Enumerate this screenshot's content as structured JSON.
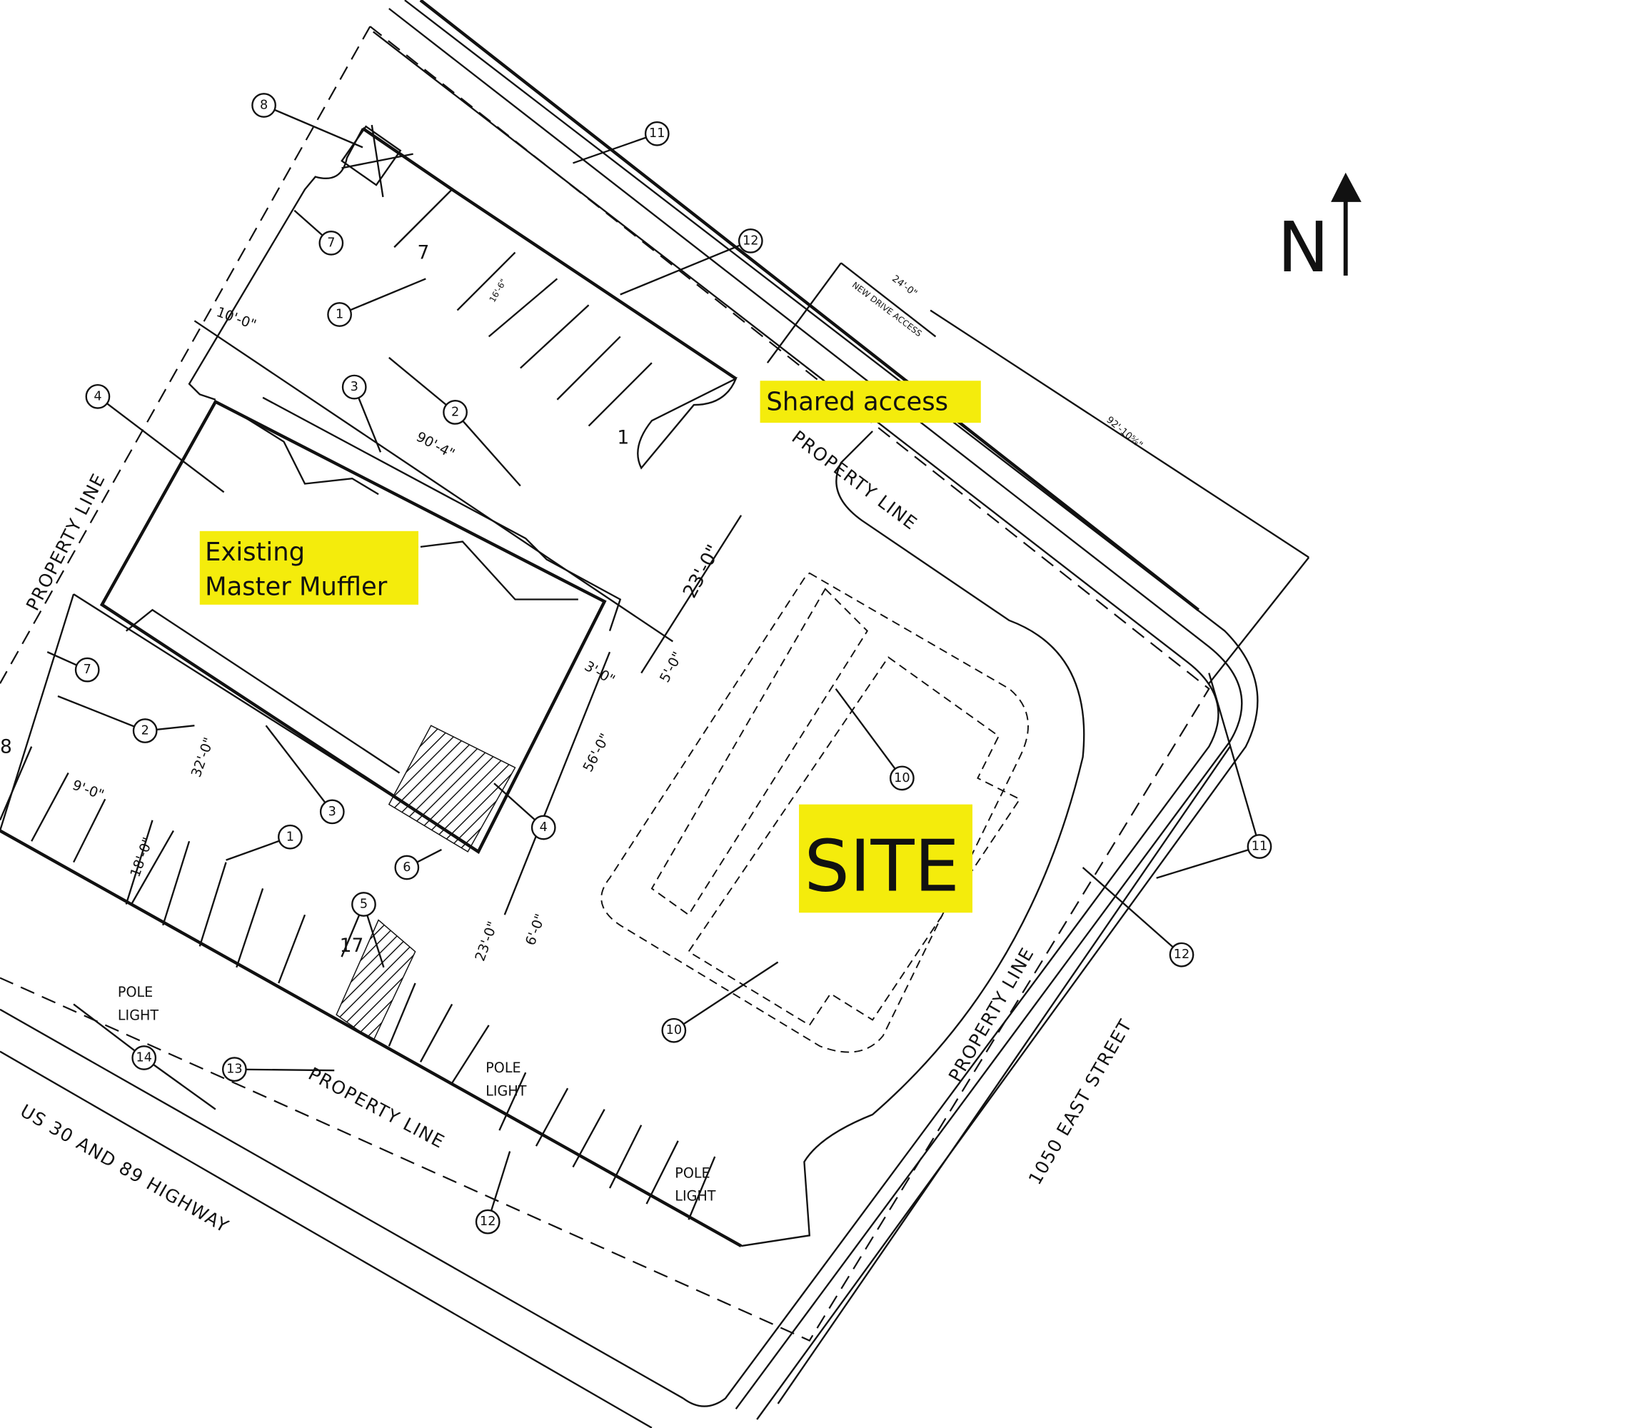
{
  "north_label": "N",
  "highlights": {
    "shared_access": "Shared access",
    "existing_line1": "Existing",
    "existing_line2": "Master Muffler",
    "site": "SITE"
  },
  "streets": {
    "highway": "US 30 AND 89 HIGHWAY",
    "east_street": "1050 EAST STREET"
  },
  "property_line": "PROPERTY LINE",
  "pole_light": [
    "POLE",
    "LIGHT"
  ],
  "new_drive_access": "NEW DRIVE ACCESS",
  "dimensions": {
    "d10": "10'-0\"",
    "d90": "90'-4\"",
    "d23a": "23'-0\"",
    "d5": "5'-0\"",
    "d3": "3'-0\"",
    "d56": "56'-0\"",
    "d32": "32'-0\"",
    "d9": "9'-0\"",
    "d18": "18'-0\"",
    "d23b": "23'-0\"",
    "d6": "6'-0\"",
    "d24": "24'-0\"",
    "d92": "92'-10⅝\"",
    "d16": "16'-6\""
  },
  "stall_counts": {
    "top": "7",
    "near_ramp": "1",
    "bottom": "17",
    "left_edge": "8"
  },
  "callouts": [
    "8",
    "11",
    "7",
    "12",
    "1",
    "3",
    "2",
    "4",
    "7",
    "2",
    "3",
    "1",
    "4",
    "6",
    "5",
    "10",
    "10",
    "11",
    "12",
    "12",
    "13",
    "14"
  ],
  "colors": {
    "highlight": "#f4ec0c",
    "ink": "#111111"
  }
}
